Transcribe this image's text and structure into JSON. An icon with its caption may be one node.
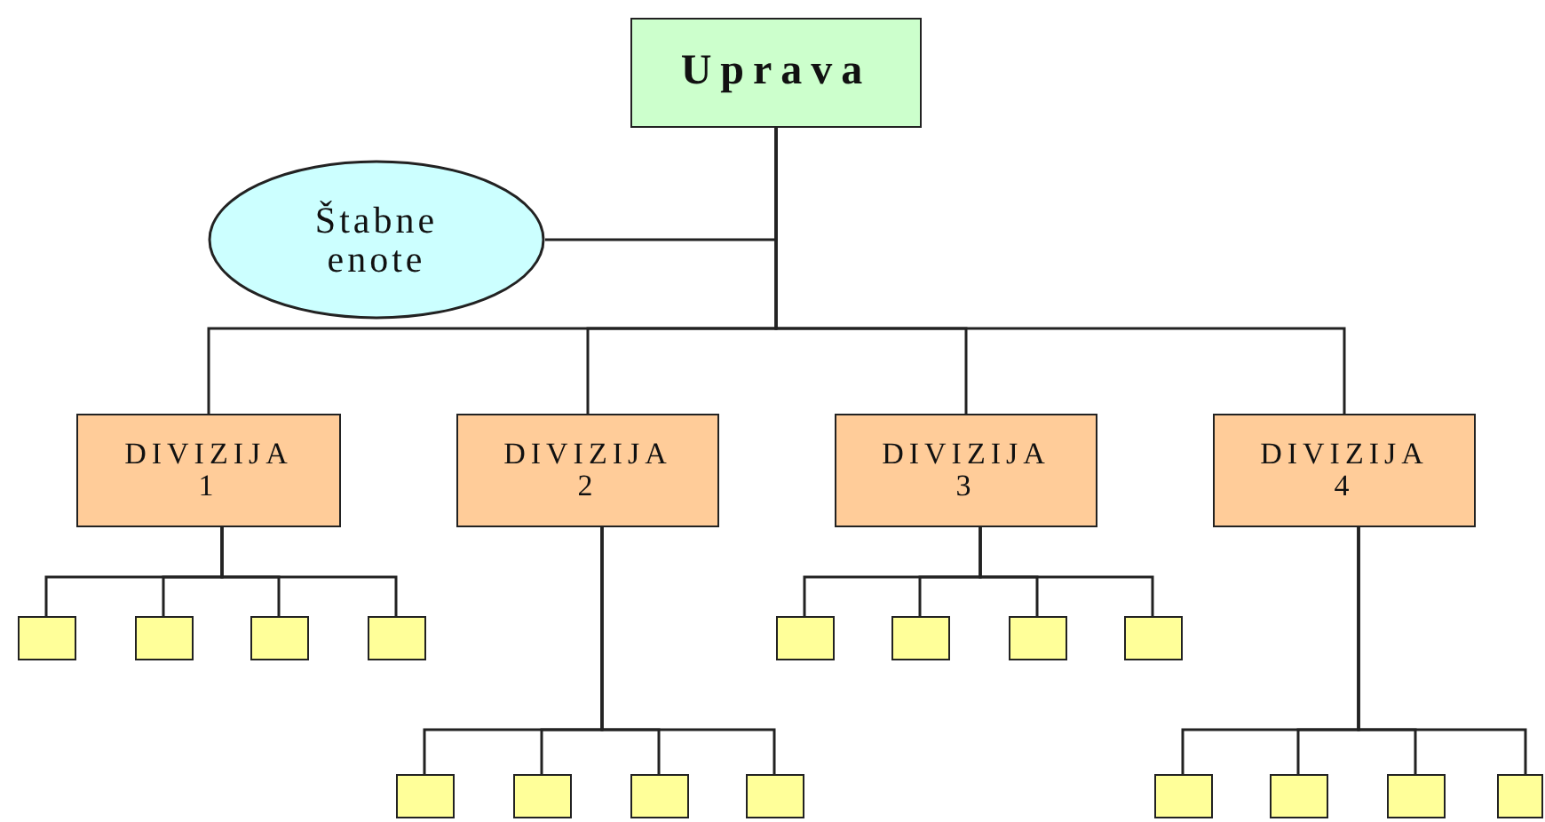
{
  "diagram": {
    "nodes": [
      {
        "text": [
          "Uprava"
        ]
      },
      {
        "text": [
          "Štabne enote"
        ]
      },
      {
        "text": [
          "DIVIZIJA 1"
        ]
      },
      {
        "text": [
          "DIVIZIJA 2"
        ]
      },
      {
        "text": [
          "DIVIZIJA 3"
        ]
      },
      {
        "text": [
          "DIVIZIJA 4"
        ]
      },
      {
        "text": [],
        "shape": "box"
      },
      {
        "text": [],
        "shape": "box"
      },
      {
        "text": [],
        "shape": "box"
      },
      {
        "text": [],
        "shape": "box"
      },
      {
        "text": [],
        "shape": "box"
      },
      {
        "text": [],
        "shape": "box"
      },
      {
        "text": [],
        "shape": "box"
      },
      {
        "text": [],
        "shape": "box"
      },
      {
        "text": [],
        "shape": "box"
      },
      {
        "text": [],
        "shape": "box"
      },
      {
        "text": [],
        "shape": "box"
      },
      {
        "text": [],
        "shape": "box"
      },
      {
        "text": [],
        "shape": "box"
      },
      {
        "text": [],
        "shape": "box"
      },
      {
        "text": [],
        "shape": "box"
      },
      {
        "text": [],
        "shape": "box"
      }
    ],
    "edges": [
      {
        "from": 1,
        "to": 0,
        "arrow": "none"
      },
      {
        "from": 0,
        "to": 2,
        "arrow": "none"
      },
      {
        "from": 0,
        "to": 3,
        "arrow": "none"
      },
      {
        "from": 0,
        "to": 4,
        "arrow": "none"
      },
      {
        "from": 0,
        "to": 5,
        "arrow": "none"
      },
      {
        "from": 2,
        "to": 6,
        "arrow": "none"
      },
      {
        "from": 2,
        "to": 7,
        "arrow": "none"
      },
      {
        "from": 2,
        "to": 8,
        "arrow": "none"
      },
      {
        "from": 2,
        "to": 9,
        "arrow": "none"
      },
      {
        "from": 3,
        "to": 10,
        "arrow": "none"
      },
      {
        "from": 3,
        "to": 11,
        "arrow": "none"
      },
      {
        "from": 3,
        "to": 12,
        "arrow": "none"
      },
      {
        "from": 3,
        "to": 13,
        "arrow": "none"
      },
      {
        "from": 4,
        "to": 14,
        "arrow": "none"
      },
      {
        "from": 4,
        "to": 15,
        "arrow": "none"
      },
      {
        "from": 4,
        "to": 16,
        "arrow": "none"
      },
      {
        "from": 4,
        "to": 17,
        "arrow": "none"
      },
      {
        "from": 5,
        "to": 18,
        "arrow": "none"
      },
      {
        "from": 5,
        "to": 19,
        "arrow": "none"
      },
      {
        "from": 5,
        "to": 20,
        "arrow": "none"
      },
      {
        "from": 5,
        "to": 21,
        "arrow": "none"
      }
    ]
  }
}
